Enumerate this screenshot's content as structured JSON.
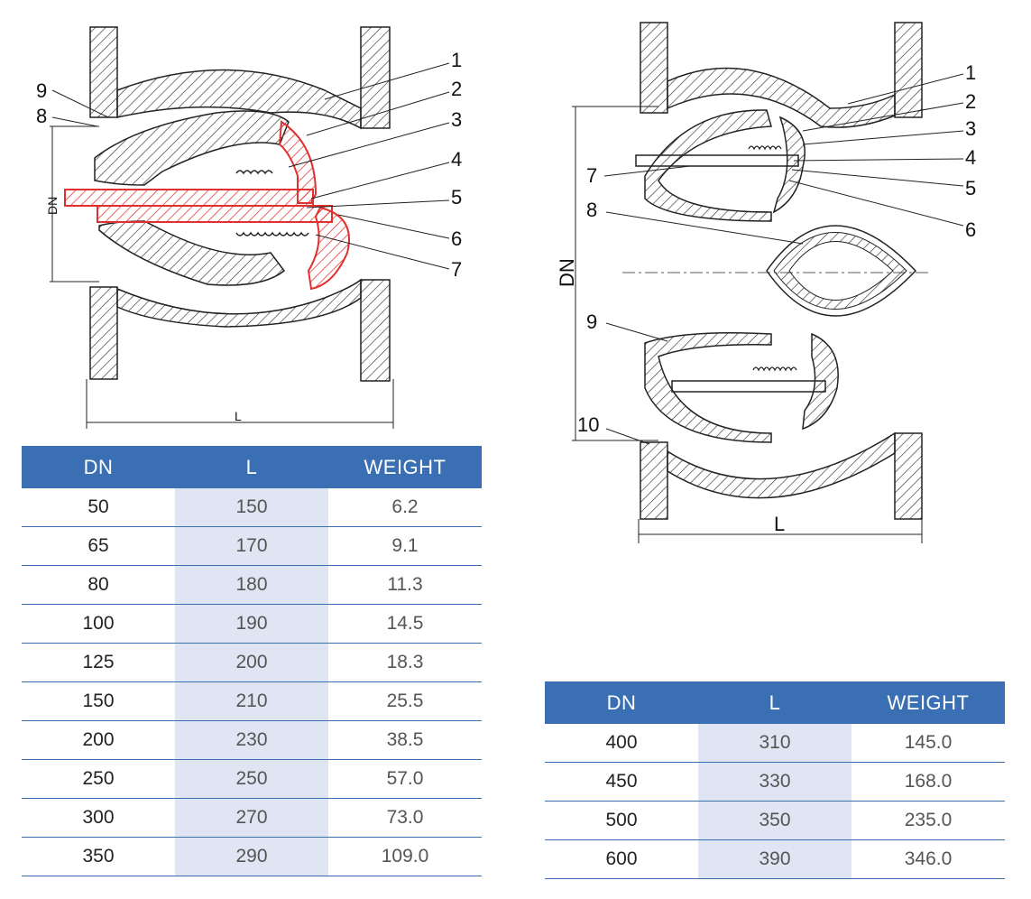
{
  "left_drawing": {
    "part_labels": [
      "1",
      "2",
      "3",
      "4",
      "5",
      "6",
      "7",
      "8",
      "9"
    ],
    "dimension_labels": {
      "dn": "DN",
      "length": "L"
    }
  },
  "right_drawing": {
    "part_labels": [
      "1",
      "2",
      "3",
      "4",
      "5",
      "6",
      "7",
      "8",
      "9",
      "10"
    ],
    "dimension_labels": {
      "dn": "DN",
      "length": "L"
    }
  },
  "table_small": {
    "headers": [
      "DN",
      "L",
      "WEIGHT"
    ],
    "rows": [
      [
        "50",
        "150",
        "6.2"
      ],
      [
        "65",
        "170",
        "9.1"
      ],
      [
        "80",
        "180",
        "11.3"
      ],
      [
        "100",
        "190",
        "14.5"
      ],
      [
        "125",
        "200",
        "18.3"
      ],
      [
        "150",
        "210",
        "25.5"
      ],
      [
        "200",
        "230",
        "38.5"
      ],
      [
        "250",
        "250",
        "57.0"
      ],
      [
        "300",
        "270",
        "73.0"
      ],
      [
        "350",
        "290",
        "109.0"
      ]
    ]
  },
  "table_large": {
    "headers": [
      "DN",
      "L",
      "WEIGHT"
    ],
    "rows": [
      [
        "400",
        "310",
        "145.0"
      ],
      [
        "450",
        "330",
        "168.0"
      ],
      [
        "500",
        "350",
        "235.0"
      ],
      [
        "600",
        "390",
        "346.0"
      ]
    ]
  },
  "colors": {
    "header_bg": "#3a6fb3",
    "shaded_column": "#dfe5f3",
    "highlight_parts": "#e03030"
  }
}
